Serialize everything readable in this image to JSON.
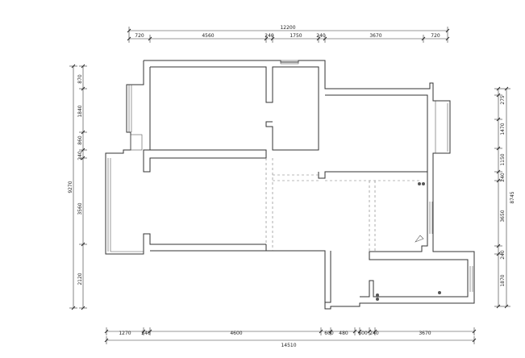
{
  "dimensions": {
    "top_total": "12200",
    "top_segments": [
      "720",
      "4560",
      "240",
      "1750",
      "240",
      "3670",
      "720"
    ],
    "bottom_total": "14510",
    "bottom_segments": [
      "1270",
      "240",
      "4600",
      "600",
      "480",
      "600",
      "240",
      "3670"
    ],
    "left_total": "9270",
    "left_segments": [
      "870",
      "1840",
      "860",
      "240",
      "3560",
      "2120"
    ],
    "right_total": "8745",
    "right_segments": [
      "275",
      "1470",
      "1150",
      "240",
      "3650",
      "240",
      "1870"
    ]
  },
  "colors": {
    "line": "#333333",
    "background": "#ffffff"
  }
}
